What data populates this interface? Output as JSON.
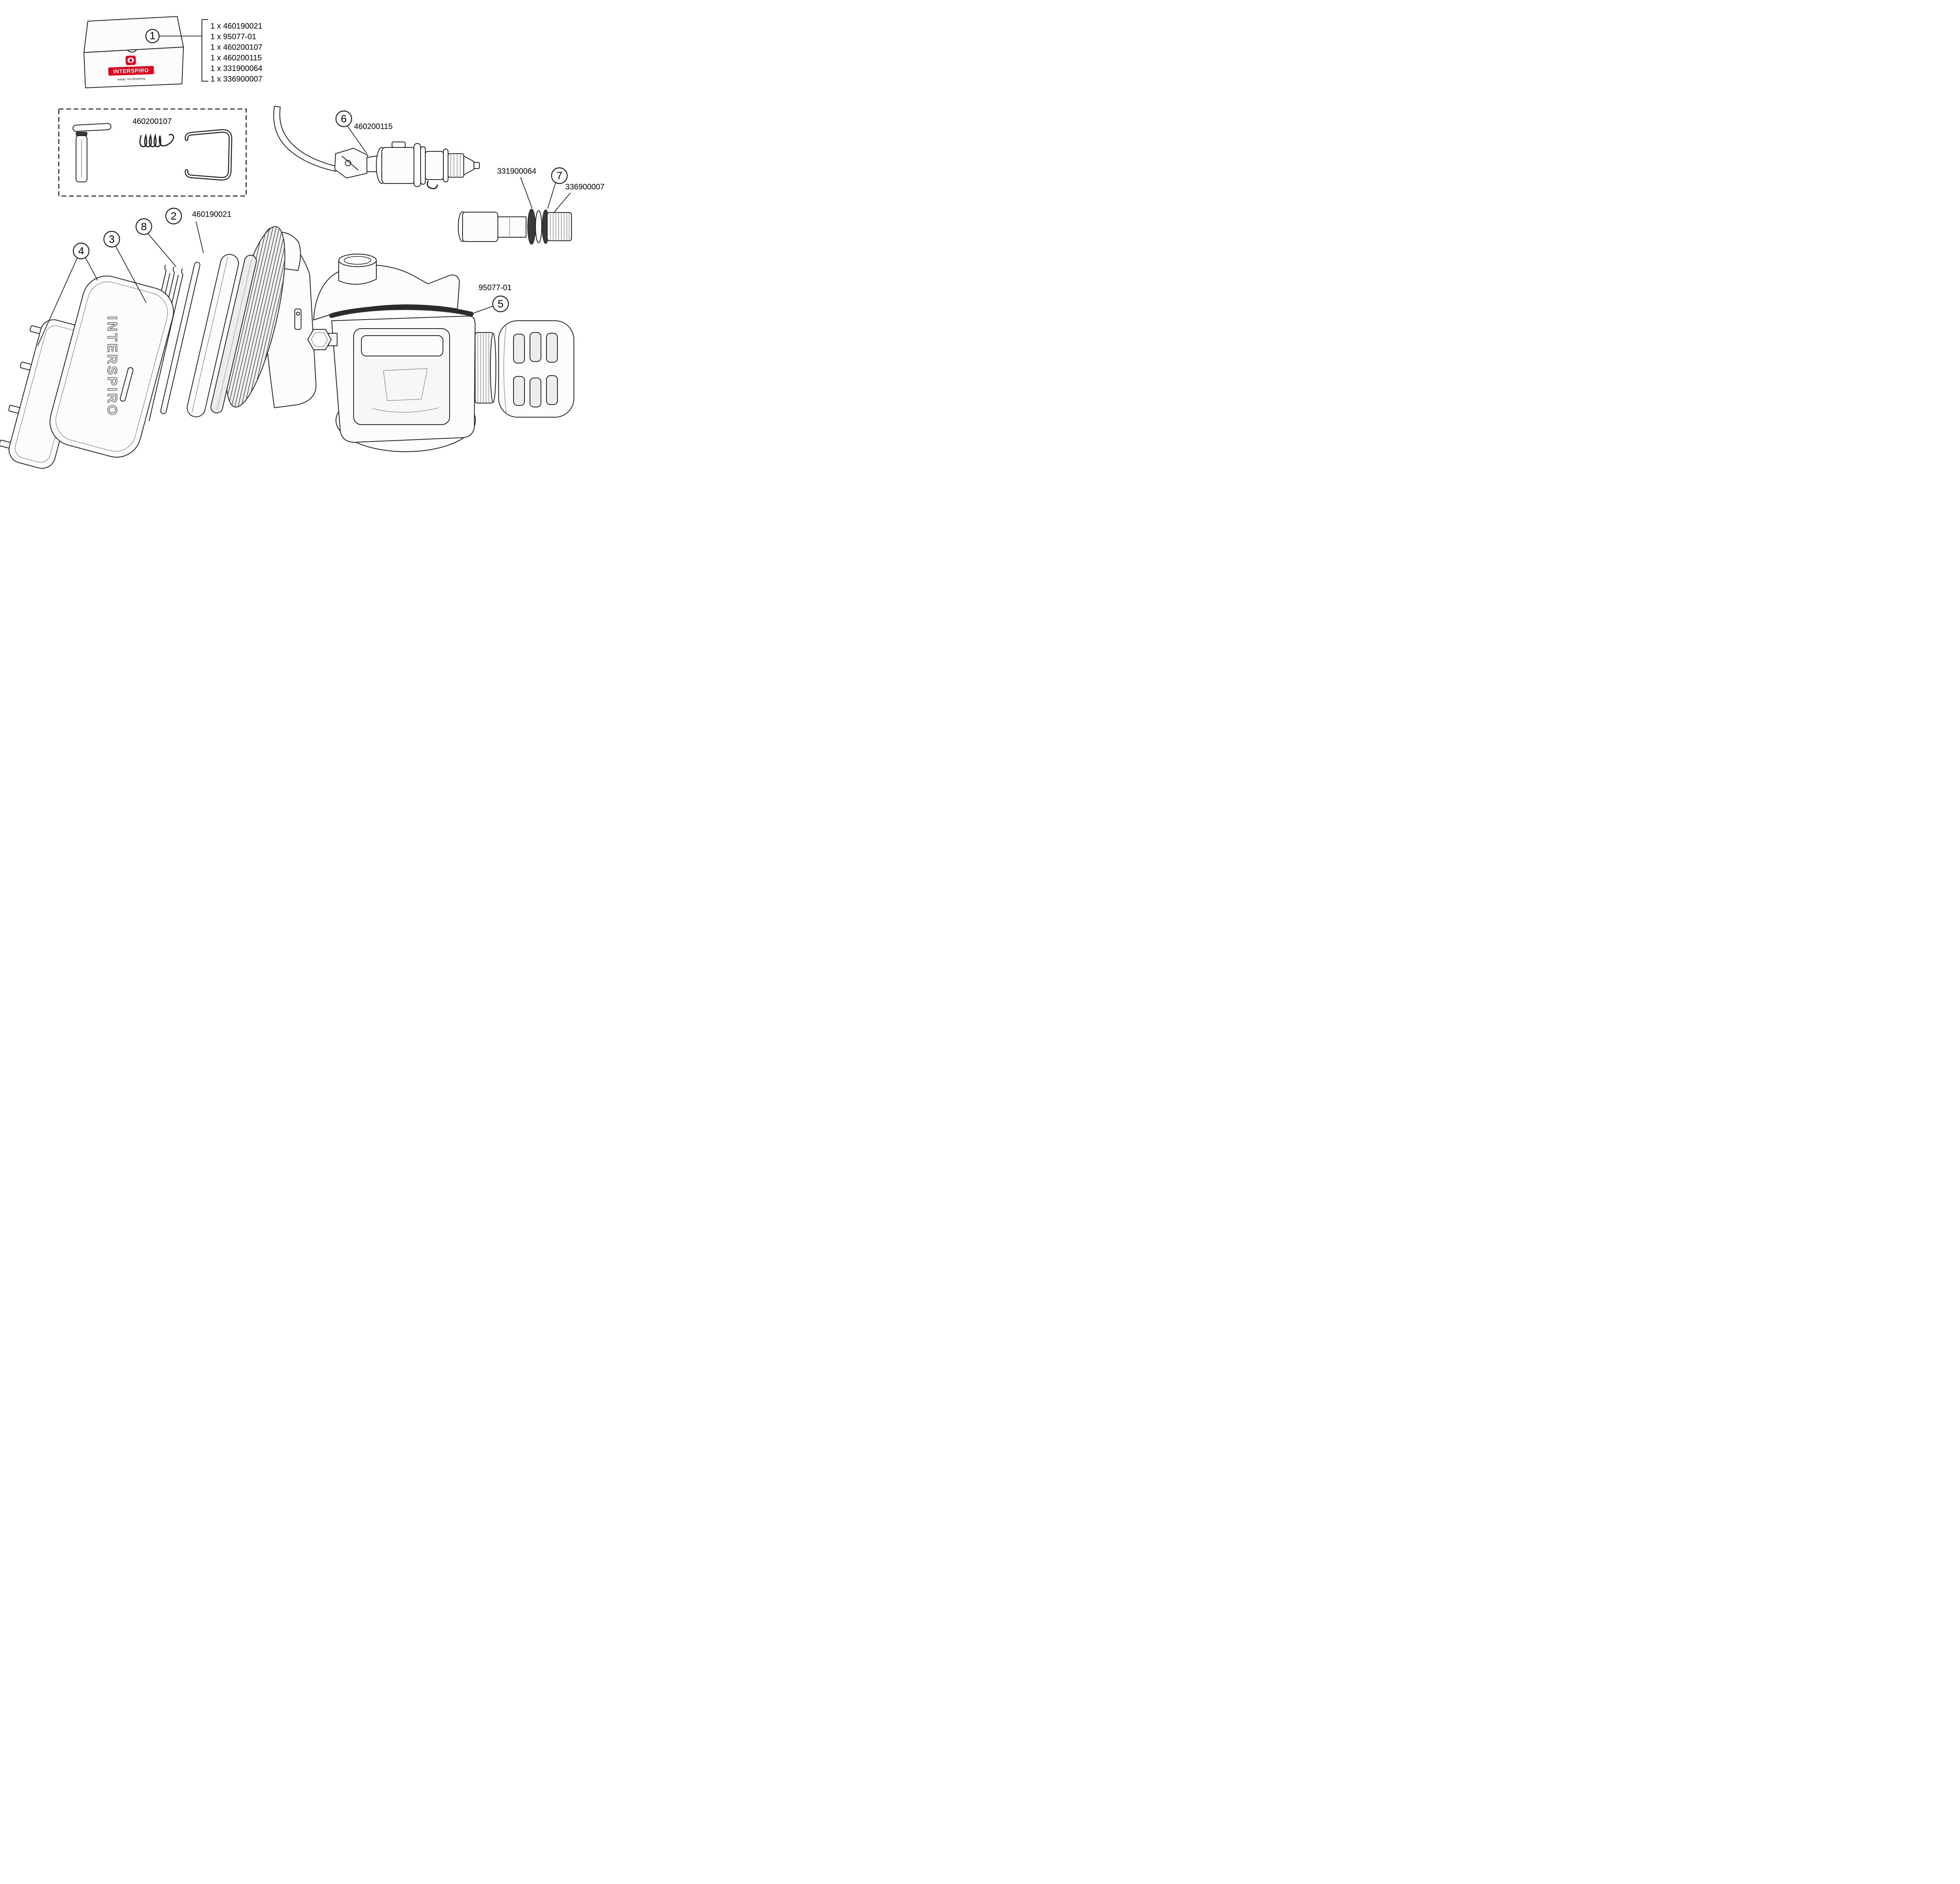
{
  "brand": {
    "name": "INTERSPIRO",
    "tagline": "Keeps You Breathing",
    "red": "#e2001a"
  },
  "parts_list": {
    "items": [
      "1 x 460190021",
      "1 x 95077-01",
      "1 x 460200107",
      "1 x 460200115",
      "1 x 331900064",
      "1 x 336900007"
    ]
  },
  "callouts": {
    "n1": "1",
    "n2": "2",
    "n3": "3",
    "n4": "4",
    "n5": "5",
    "n6": "6",
    "n7": "7",
    "n8": "8"
  },
  "part_labels": {
    "kit": "460200107",
    "valve": "460200115",
    "adapter_ring": "331900064",
    "adapter_thread": "336900007",
    "diaphragm": "460190021",
    "housing_oring": "95077-01"
  }
}
